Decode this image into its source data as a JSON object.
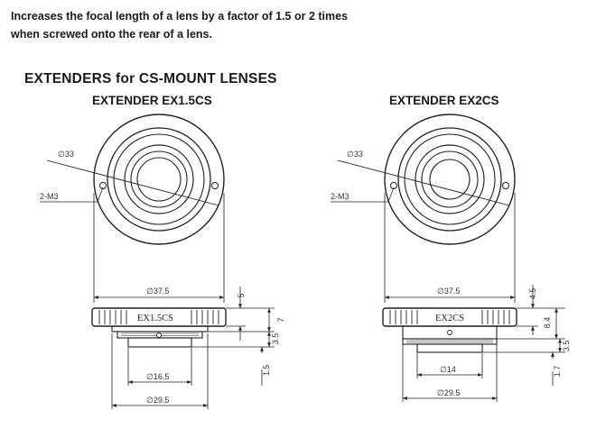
{
  "intro": {
    "line1": "Increases the focal length of a lens by a factor of 1.5 or 2 times",
    "line2": "when screwed onto the rear of a lens."
  },
  "section_title": "EXTENDERS for CS-MOUNT LENSES",
  "extenders": [
    {
      "title": "EXTENDER EX1.5CS",
      "body_label": "EX1.5CS",
      "front": {
        "bolt_circle": "∅33",
        "screw": "2-M3"
      },
      "side": {
        "outer_dia": "∅37.5",
        "inner_dia": "∅16.5",
        "mount_dia": "∅29.5",
        "height_top": "5",
        "height_total": "7",
        "height_mid": "3.5",
        "height_bottom": "1.5"
      }
    },
    {
      "title": "EXTENDER EX2CS",
      "body_label": "EX2CS",
      "front": {
        "bolt_circle": "∅33",
        "screw": "2-M3"
      },
      "side": {
        "outer_dia": "∅37.5",
        "inner_dia": "∅14",
        "mount_dia": "∅29.5",
        "height_top": "4.5",
        "height_total": "8.4",
        "height_mid": "3.5",
        "height_bottom": "1.7"
      }
    }
  ]
}
